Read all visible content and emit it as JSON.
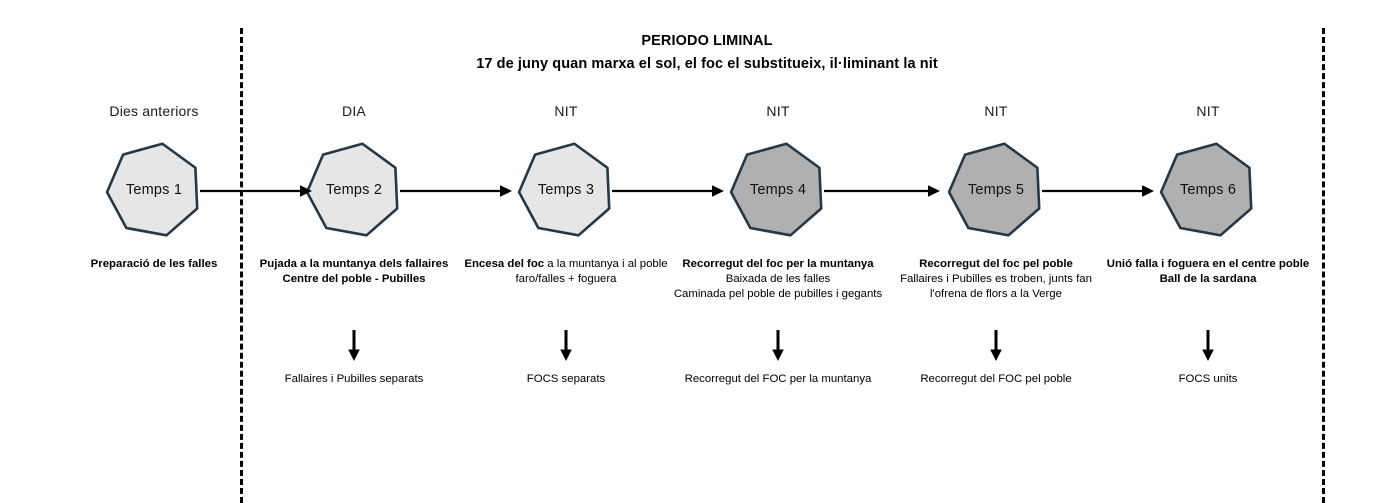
{
  "title": {
    "line1": "PERIODO LIMINAL",
    "line2": "17 de juny quan marxa el sol, el foc el substitueix, il·liminant la nit"
  },
  "colors": {
    "node_stroke": "#22394c",
    "node_fill_light": "#e6e6e6",
    "node_fill_dark": "#b0b0b0",
    "arrow": "#000000",
    "dashed_divider": "#000000"
  },
  "columns": [
    {
      "phase": "Dies anteriors",
      "node_label": "Temps 1",
      "fill": "light",
      "caption_strong": "Preparació de les falles",
      "caption_light": [],
      "has_down_arrow": false,
      "outcome": ""
    },
    {
      "phase": "DIA",
      "node_label": "Temps 2",
      "fill": "light",
      "caption_strong": "Pujada a la muntanya dels fallaires",
      "caption_light": [
        "Centre del poble - Pubilles"
      ],
      "caption_second_bold": true,
      "has_down_arrow": true,
      "outcome": "Fallaires i Pubilles separats"
    },
    {
      "phase": "NIT",
      "node_label": "Temps 3",
      "fill": "light",
      "caption_strong": "Encesa del foc",
      "caption_strong_tail": " a la muntanya i al poble",
      "caption_light": [
        "faro/falles + foguera"
      ],
      "has_down_arrow": true,
      "outcome": "FOCS separats"
    },
    {
      "phase": "NIT",
      "node_label": "Temps 4",
      "fill": "dark",
      "caption_strong": "Recorregut del foc per la muntanya",
      "caption_light": [
        "Baixada de les falles",
        "Caminada pel poble de pubilles i gegants"
      ],
      "has_down_arrow": true,
      "outcome": "Recorregut del FOC per la muntanya"
    },
    {
      "phase": "NIT",
      "node_label": "Temps 5",
      "fill": "dark",
      "caption_strong": "Recorregut del foc pel poble",
      "caption_light": [
        "Fallaires i Pubilles es troben, junts fan",
        "l'ofrena de flors a la Verge"
      ],
      "has_down_arrow": true,
      "outcome": "Recorregut del FOC pel poble"
    },
    {
      "phase": "NIT",
      "node_label": "Temps 6",
      "fill": "dark",
      "caption_strong": "Unió falla i foguera en el centre poble",
      "caption_light": [
        "Ball de la sardana"
      ],
      "caption_second_bold": true,
      "has_down_arrow": true,
      "outcome": "FOCS units"
    }
  ]
}
